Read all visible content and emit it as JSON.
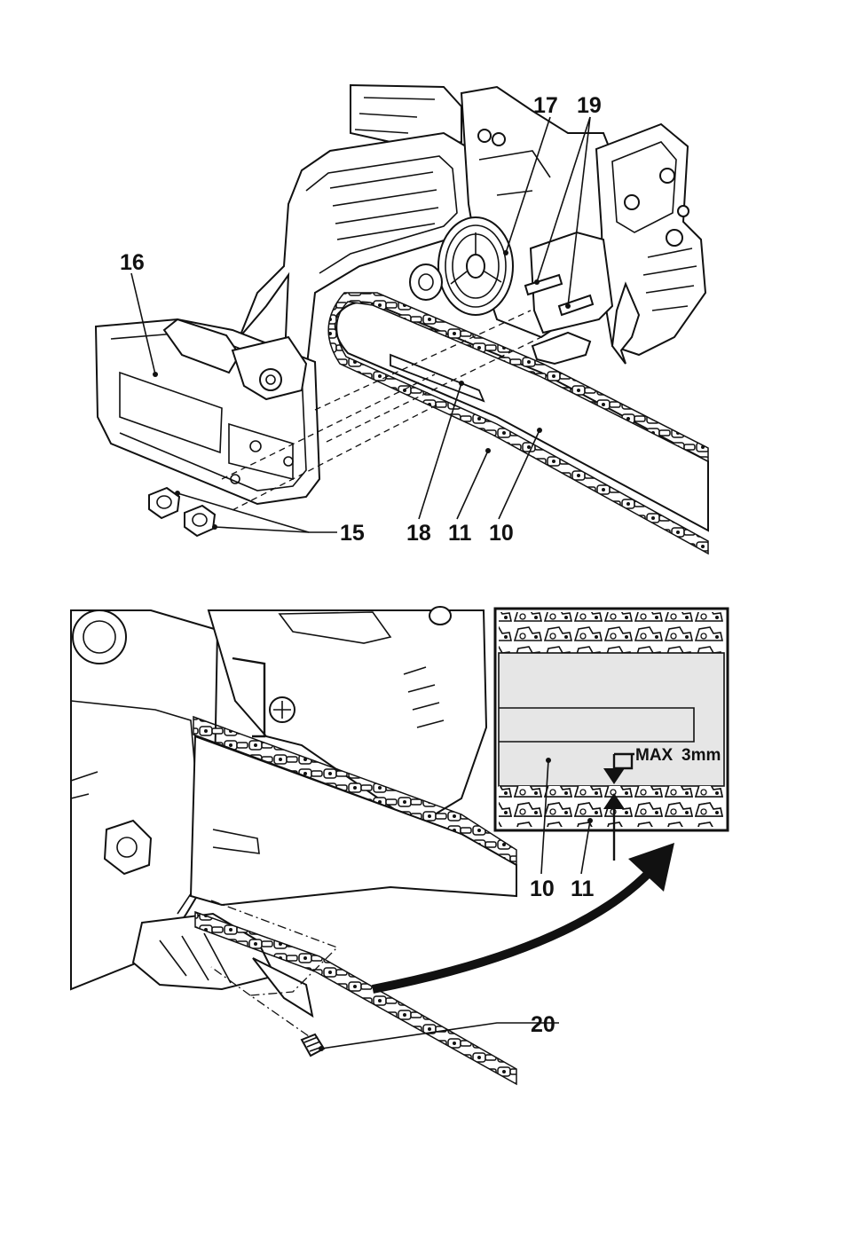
{
  "figure_top": {
    "callouts": {
      "c17": "17",
      "c19": "19",
      "c16": "16",
      "c15": "15",
      "c18": "18",
      "c11": "11",
      "c10": "10"
    }
  },
  "figure_bottom": {
    "callouts": {
      "c20": "20"
    },
    "inset": {
      "max_label": "MAX",
      "max_value": "3mm",
      "c10": "10",
      "c11": "11"
    }
  },
  "colors": {
    "ink": "#111111",
    "inset_fill": "#e6e6e6",
    "background": "#ffffff"
  }
}
